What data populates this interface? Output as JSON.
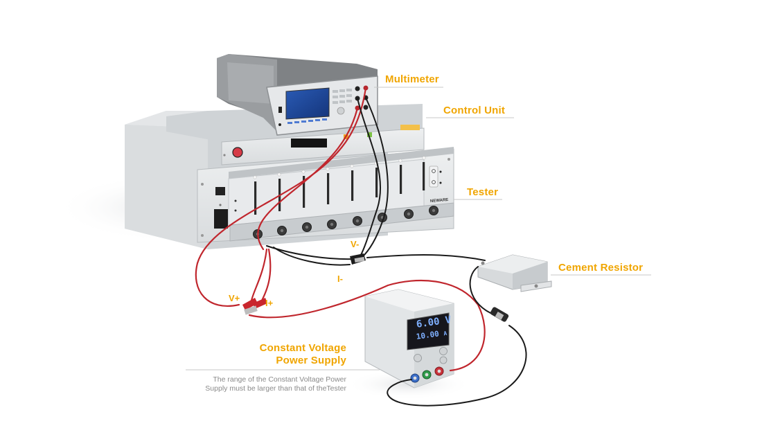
{
  "labels": {
    "multimeter": "Multimeter",
    "control_unit": "Control Unit",
    "tester": "Tester",
    "cement_resistor": "Cement Resistor",
    "power_supply_line1": "Constant Voltage",
    "power_supply_line2": "Power Supply"
  },
  "note": {
    "line1": "The range of the Constant Voltage Power",
    "line2": "Supply must be larger than that of theTester"
  },
  "wire_labels": {
    "v_minus": "V-",
    "i_minus": "I-",
    "v_plus": "V+",
    "i_plus": "I+"
  },
  "power_supply_display": {
    "voltage": "6.00",
    "voltage_unit": "V",
    "current": "10.00",
    "current_unit": "A"
  },
  "tester_brand": "NEWARE",
  "colors": {
    "label": "#f0a500",
    "red_wire": "#c0262d",
    "black_wire": "#1a1a1a",
    "display_text": "#7fb0ff"
  }
}
